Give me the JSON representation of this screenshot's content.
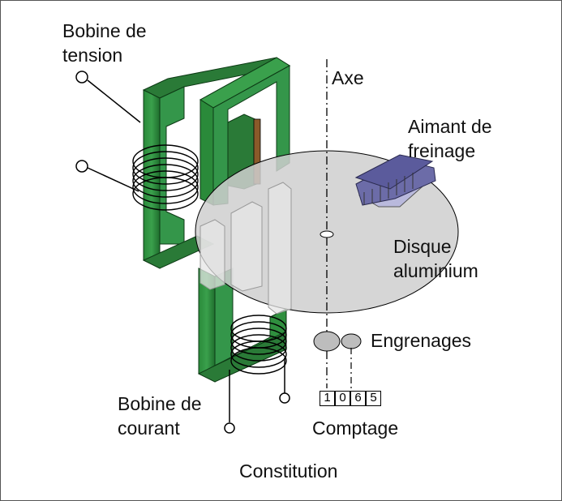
{
  "labels": {
    "bobine_tension": "Bobine de\ntension",
    "axe": "Axe",
    "aimant": "Aimant de\nfreinage",
    "disque": "Disque\naluminium",
    "engrenages": "Engrenages",
    "bobine_courant": "Bobine de\ncourant",
    "comptage": "Comptage",
    "constitution": "Constitution"
  },
  "counter_digits": [
    "1",
    "0",
    "6",
    "5"
  ],
  "colors": {
    "core_green": "#2f8f3e",
    "core_dark": "#1f6b2c",
    "disk": "#c8c8c8",
    "magnet": "#6c6ca8",
    "magnet_light": "#b9b9dc",
    "gear": "#bdbdbd"
  }
}
